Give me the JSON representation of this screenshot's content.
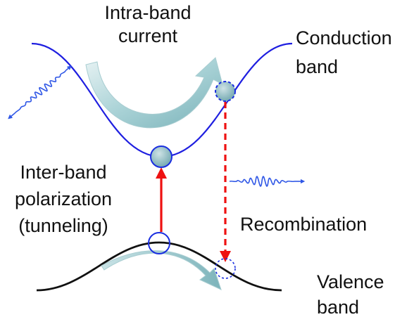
{
  "labels": {
    "intra_band_1": "Intra-band",
    "intra_band_2": "current",
    "conduction_1": "Conduction",
    "conduction_2": "band",
    "inter_band_1": "Inter-band",
    "inter_band_2": "polarization",
    "inter_band_3": "(tunneling)",
    "recombination": "Recombination",
    "valence_1": "Valence",
    "valence_2": "band"
  },
  "colors": {
    "conduction_band": "#1f1fe0",
    "valence_band": "#111111",
    "tunneling_arrow": "#ee1111",
    "recombination_arrow": "#ee1111",
    "electron_fill": "#7fb4bd",
    "electron_outline": "#1a2ee0",
    "wave_packet": "#2e56e6",
    "current_arrow": "#9dc8cc"
  },
  "icons": {
    "incident_pulse": "wave-packet-icon",
    "emitted_pulse": "wave-packet-icon"
  }
}
